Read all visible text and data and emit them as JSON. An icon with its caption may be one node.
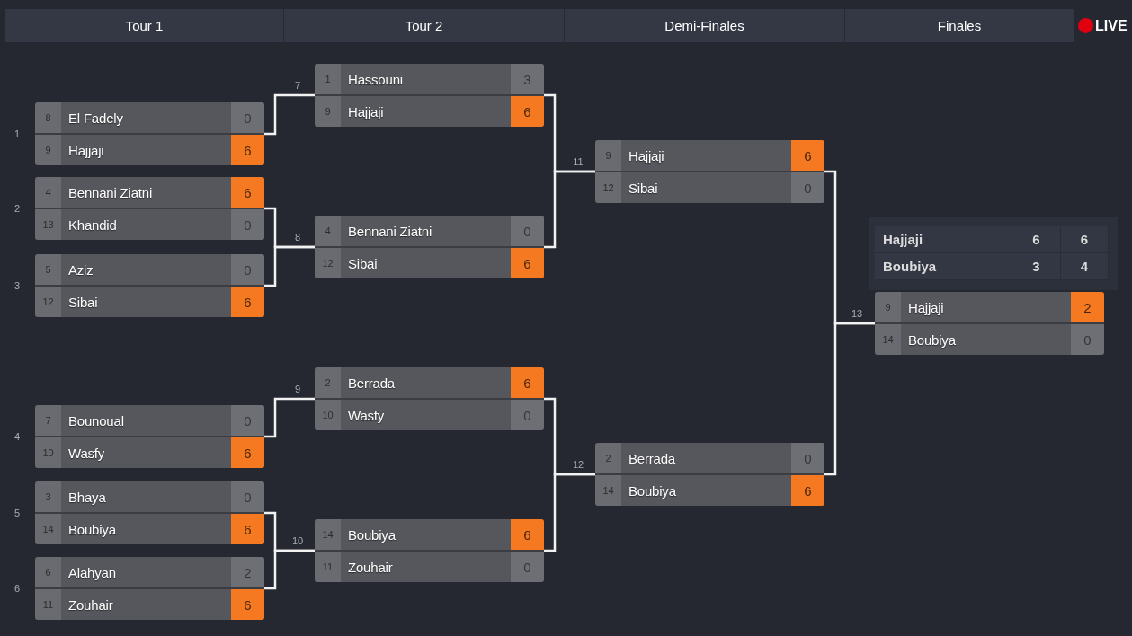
{
  "diagram": {
    "nodes": [
      {
        "text": [
          "8",
          "El Fadely",
          "0",
          "9",
          "Hajjaji",
          "6"
        ],
        "beside": [
          "1"
        ]
      },
      {
        "text": [
          "4",
          "Bennani Ziatni",
          "6",
          "13",
          "Khandid",
          "0"
        ],
        "beside": [
          "2"
        ]
      },
      {
        "text": [
          "5",
          "Aziz",
          "0",
          "12",
          "Sibai",
          "6"
        ],
        "beside": [
          "3"
        ]
      },
      {
        "text": [
          "7",
          "Bounoual",
          "0",
          "10",
          "Wasfy",
          "6"
        ],
        "beside": [
          "4"
        ]
      },
      {
        "text": [
          "3",
          "Bhaya",
          "0",
          "14",
          "Boubiya",
          "6"
        ],
        "beside": [
          "5"
        ]
      },
      {
        "text": [
          "6",
          "Alahyan",
          "2",
          "11",
          "Zouhair",
          "6"
        ],
        "beside": [
          "6"
        ]
      },
      {
        "text": [
          "1",
          "Hassouni",
          "3",
          "9",
          "Hajjaji",
          "6"
        ],
        "beside": [
          "7"
        ]
      },
      {
        "text": [
          "4",
          "Bennani Ziatni",
          "0",
          "12",
          "Sibai",
          "6"
        ],
        "beside": [
          "8"
        ]
      },
      {
        "text": [
          "2",
          "Berrada",
          "6",
          "10",
          "Wasfy",
          "0"
        ],
        "beside": [
          "9"
        ]
      },
      {
        "text": [
          "14",
          "Boubiya",
          "6",
          "11",
          "Zouhair",
          "0"
        ],
        "beside": [
          "10"
        ]
      },
      {
        "text": [
          "9",
          "Hajjaji",
          "6",
          "12",
          "Sibai",
          "0"
        ],
        "beside": [
          "11"
        ]
      },
      {
        "text": [
          "2",
          "Berrada",
          "0",
          "14",
          "Boubiya",
          "6"
        ],
        "beside": [
          "12"
        ]
      },
      {
        "text": [
          "Hajjaji",
          "6",
          "6",
          "Boubiya",
          "3",
          "4"
        ]
      },
      {
        "text": [
          "9",
          "Hajjaji",
          "2",
          "14",
          "Boubiya",
          "0"
        ],
        "beside": [
          "13"
        ]
      }
    ],
    "edges": [
      {
        "from": 0,
        "to": 6,
        "arrow": "none"
      },
      {
        "from": 1,
        "to": 7,
        "arrow": "none"
      },
      {
        "from": 2,
        "to": 7,
        "arrow": "none"
      },
      {
        "from": 3,
        "to": 8,
        "arrow": "none"
      },
      {
        "from": 4,
        "to": 9,
        "arrow": "none"
      },
      {
        "from": 5,
        "to": 9,
        "arrow": "none"
      },
      {
        "from": 6,
        "to": 10,
        "arrow": "none"
      },
      {
        "from": 7,
        "to": 10,
        "arrow": "none"
      },
      {
        "from": 8,
        "to": 11,
        "arrow": "none"
      },
      {
        "from": 9,
        "to": 11,
        "arrow": "none"
      },
      {
        "from": 10,
        "to": 13,
        "arrow": "none"
      },
      {
        "from": 11,
        "to": 13,
        "arrow": "none"
      }
    ],
    "labels": [
      "Tour 1",
      "Tour 2",
      "Demi-Finales",
      "Finales",
      "LIVE"
    ]
  }
}
